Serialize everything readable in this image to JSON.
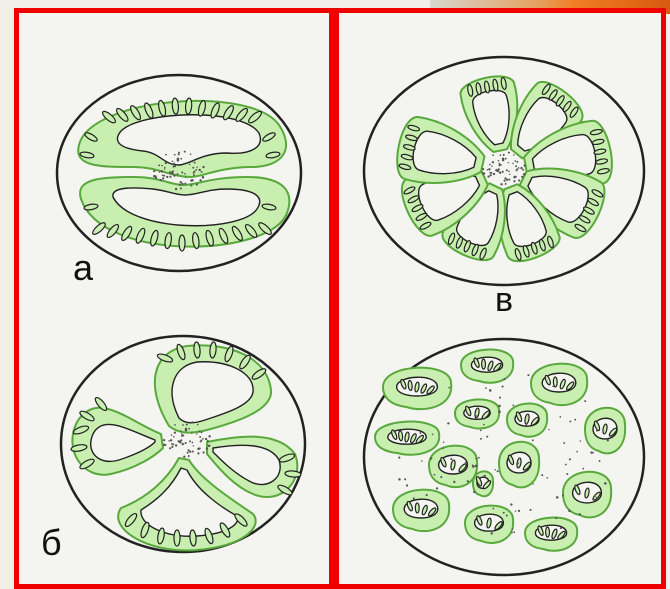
{
  "labels": {
    "a": "а",
    "b": "б",
    "v": "в"
  },
  "colors": {
    "frame": "#ee0000",
    "tissue_fill": "#c9efb0",
    "tissue_stroke": "#58a83c",
    "outline": "#222222",
    "background": "#f4f4f0"
  },
  "icons": {
    "diagram_a": "two-locule-fruit-section",
    "diagram_b": "four-locule-fruit-section",
    "diagram_v_top": "multi-locule-fruit-section",
    "diagram_v_bottom": "irregular-locule-fruit-section"
  }
}
